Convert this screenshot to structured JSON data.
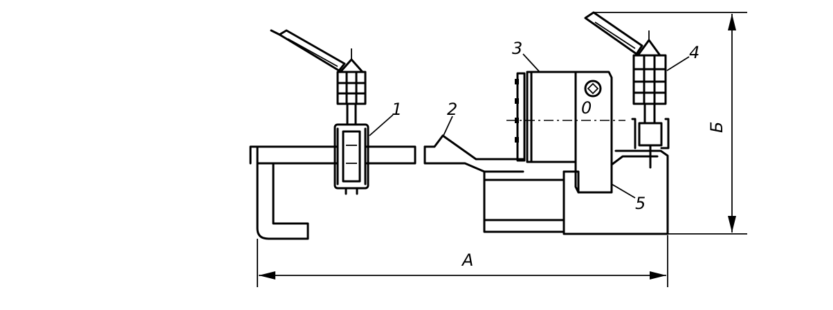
{
  "labels": {
    "part_1": "1",
    "part_2": "2",
    "part_3": "3",
    "part_4": "4",
    "part_5": "5",
    "center": "0",
    "dim_a": "А",
    "dim_b": "Б"
  },
  "colors": {
    "ink": "#000000",
    "background": "#ffffff"
  }
}
